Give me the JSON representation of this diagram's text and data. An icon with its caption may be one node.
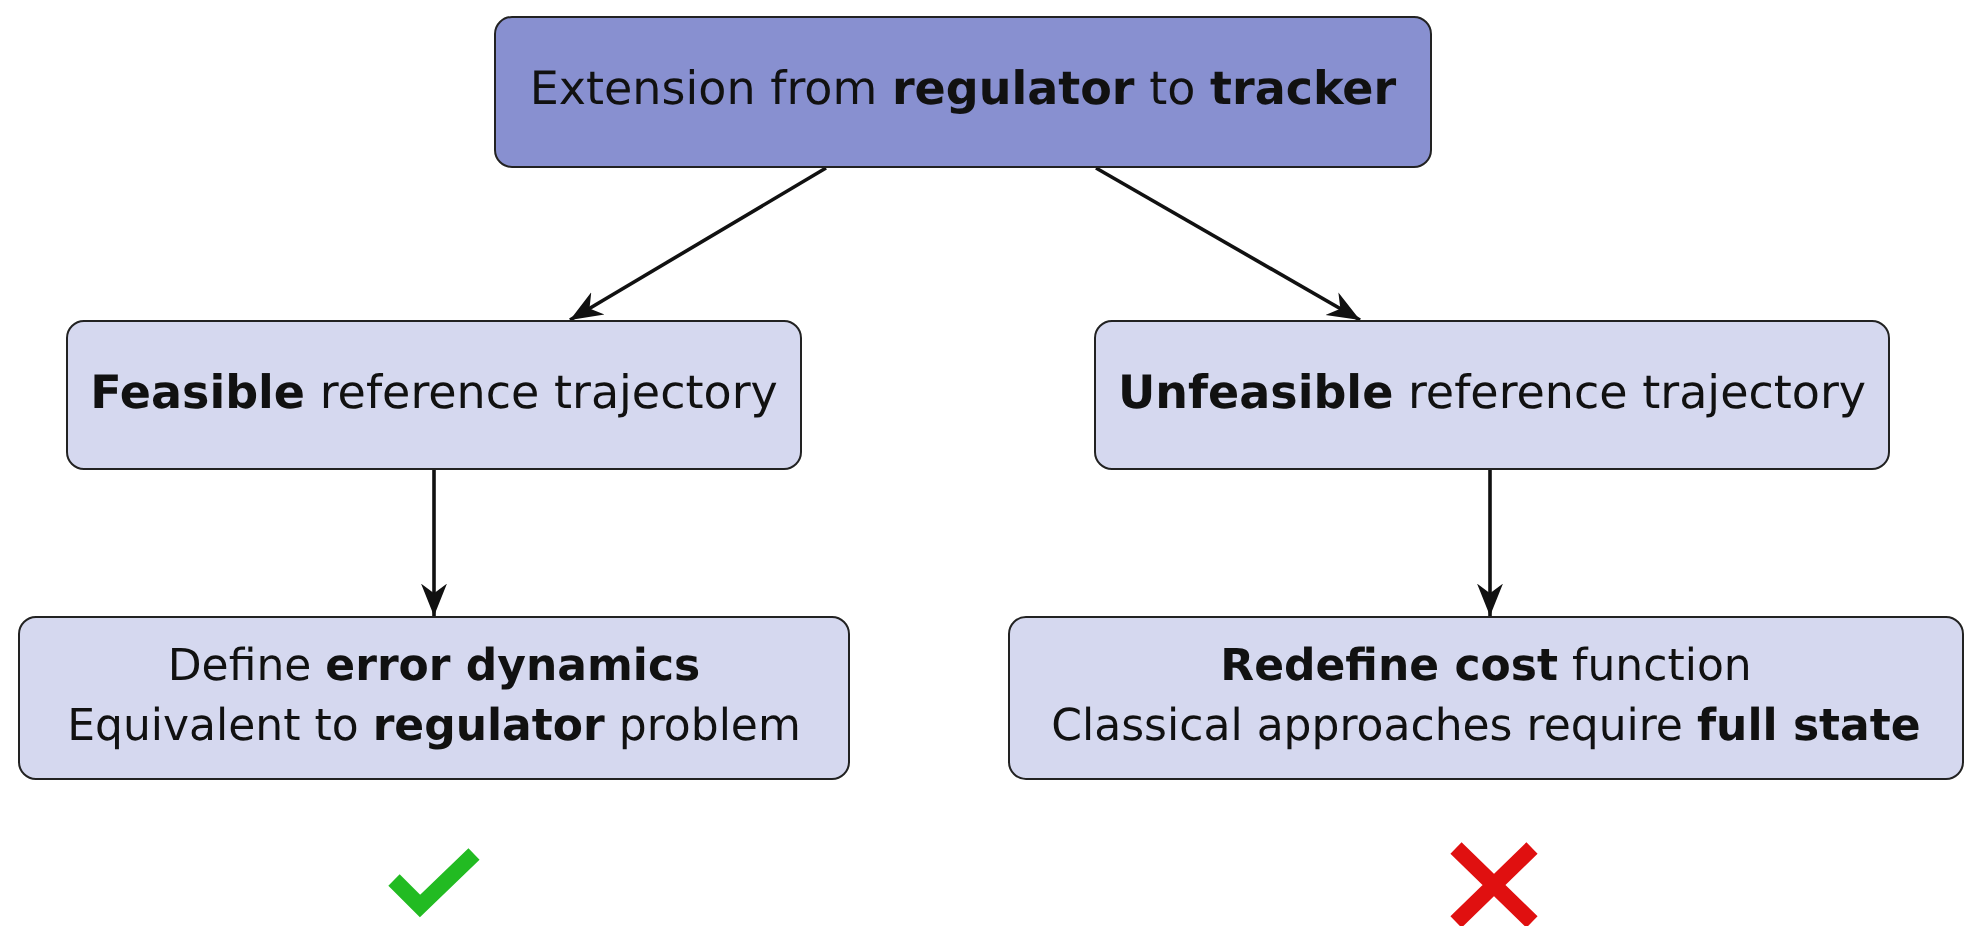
{
  "diagram": {
    "nodes": [
      {
        "text": [
          "Extension from **regulator** to **tracker**"
        ]
      },
      {
        "text": [
          "**Feasible** reference trajectory"
        ]
      },
      {
        "text": [
          "**Unfeasible** reference trajectory"
        ]
      },
      {
        "text": [
          "Define **error dynamics**",
          "Equivalent to **regulator** problem"
        ]
      },
      {
        "text": [
          "**Redefine cost** function",
          "Classical approaches require **full state**"
        ]
      }
    ],
    "edges": [
      {
        "from": 0,
        "to": 1,
        "arrow": "to"
      },
      {
        "from": 0,
        "to": 2,
        "arrow": "to"
      },
      {
        "from": 1,
        "to": 3,
        "arrow": "to"
      },
      {
        "from": 2,
        "to": 4,
        "arrow": "to"
      }
    ]
  }
}
